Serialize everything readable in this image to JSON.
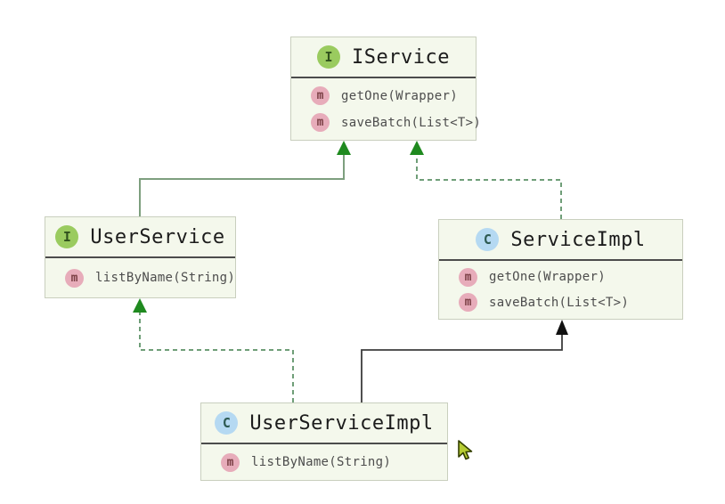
{
  "diagram": {
    "method_icon_letter": "m",
    "classes": [
      {
        "id": "iservice",
        "kind": "interface",
        "icon_letter": "I",
        "name": "IService",
        "methods": [
          "getOne(Wrapper)",
          "saveBatch(List<T>)"
        ]
      },
      {
        "id": "userservice",
        "kind": "interface",
        "icon_letter": "I",
        "name": "UserService",
        "methods": [
          "listByName(String)"
        ]
      },
      {
        "id": "serviceimpl",
        "kind": "class",
        "icon_letter": "C",
        "name": "ServiceImpl",
        "methods": [
          "getOne(Wrapper)",
          "saveBatch(List<T>)"
        ]
      },
      {
        "id": "userserviceimpl",
        "kind": "class",
        "icon_letter": "C",
        "name": "UserServiceImpl",
        "methods": [
          "listByName(String)"
        ]
      }
    ],
    "relationships": [
      {
        "from": "UserService",
        "to": "IService",
        "type": "extends",
        "line": "solid-green-filled-arrow"
      },
      {
        "from": "ServiceImpl",
        "to": "IService",
        "type": "implements",
        "line": "dashed-green-filled-arrow"
      },
      {
        "from": "UserServiceImpl",
        "to": "UserService",
        "type": "implements",
        "line": "dashed-green-filled-arrow"
      },
      {
        "from": "UserServiceImpl",
        "to": "ServiceImpl",
        "type": "extends",
        "line": "solid-black-filled-arrow"
      }
    ],
    "colors": {
      "box_bg": "#f4f8ec",
      "box_border": "#c9cfbe",
      "separator": "#4c4c4c",
      "interface_icon_bg": "#9acb5f",
      "class_icon_bg": "#b5d9f2",
      "method_icon_bg": "#e7acba",
      "edge_solid_green": "#7d9f7e",
      "edge_dashed_green": "#6f9e78",
      "arrow_green": "#1f8a1f",
      "edge_black": "#3c3c3c",
      "arrow_black": "#111111",
      "cursor_fill": "#b6cc33",
      "cursor_stroke": "#333f00"
    }
  }
}
